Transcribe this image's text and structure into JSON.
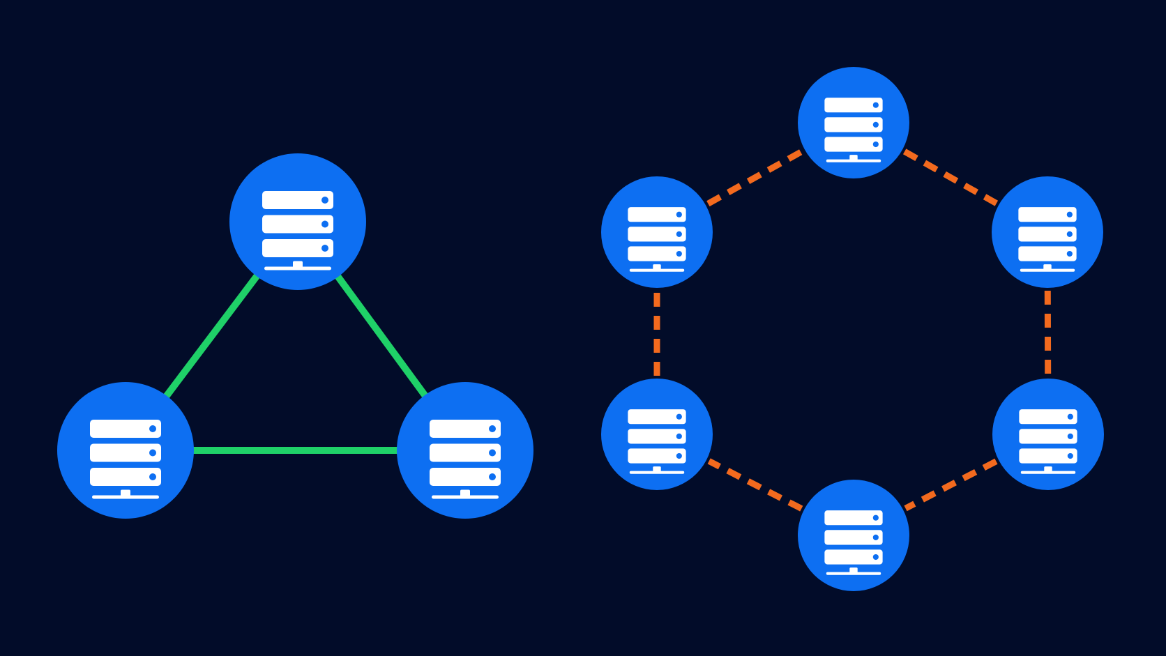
{
  "colors": {
    "background": "#020c29",
    "node_fill": "#0d6ff2",
    "server_icon": "#ffffff",
    "server_led": "#0d6ff2",
    "solid_link": "#1fd168",
    "dashed_link": "#f36a1e"
  },
  "icon": "server-stack-icon",
  "diagrams": [
    {
      "name": "triangle-cluster",
      "link_style": "solid",
      "node_count": 3,
      "edges": [
        [
          0,
          1
        ],
        [
          1,
          2
        ],
        [
          2,
          0
        ]
      ]
    },
    {
      "name": "hexagon-ring",
      "link_style": "dashed",
      "node_count": 6,
      "edges": [
        [
          0,
          1
        ],
        [
          1,
          2
        ],
        [
          2,
          3
        ],
        [
          3,
          4
        ],
        [
          4,
          5
        ],
        [
          5,
          0
        ]
      ]
    }
  ]
}
